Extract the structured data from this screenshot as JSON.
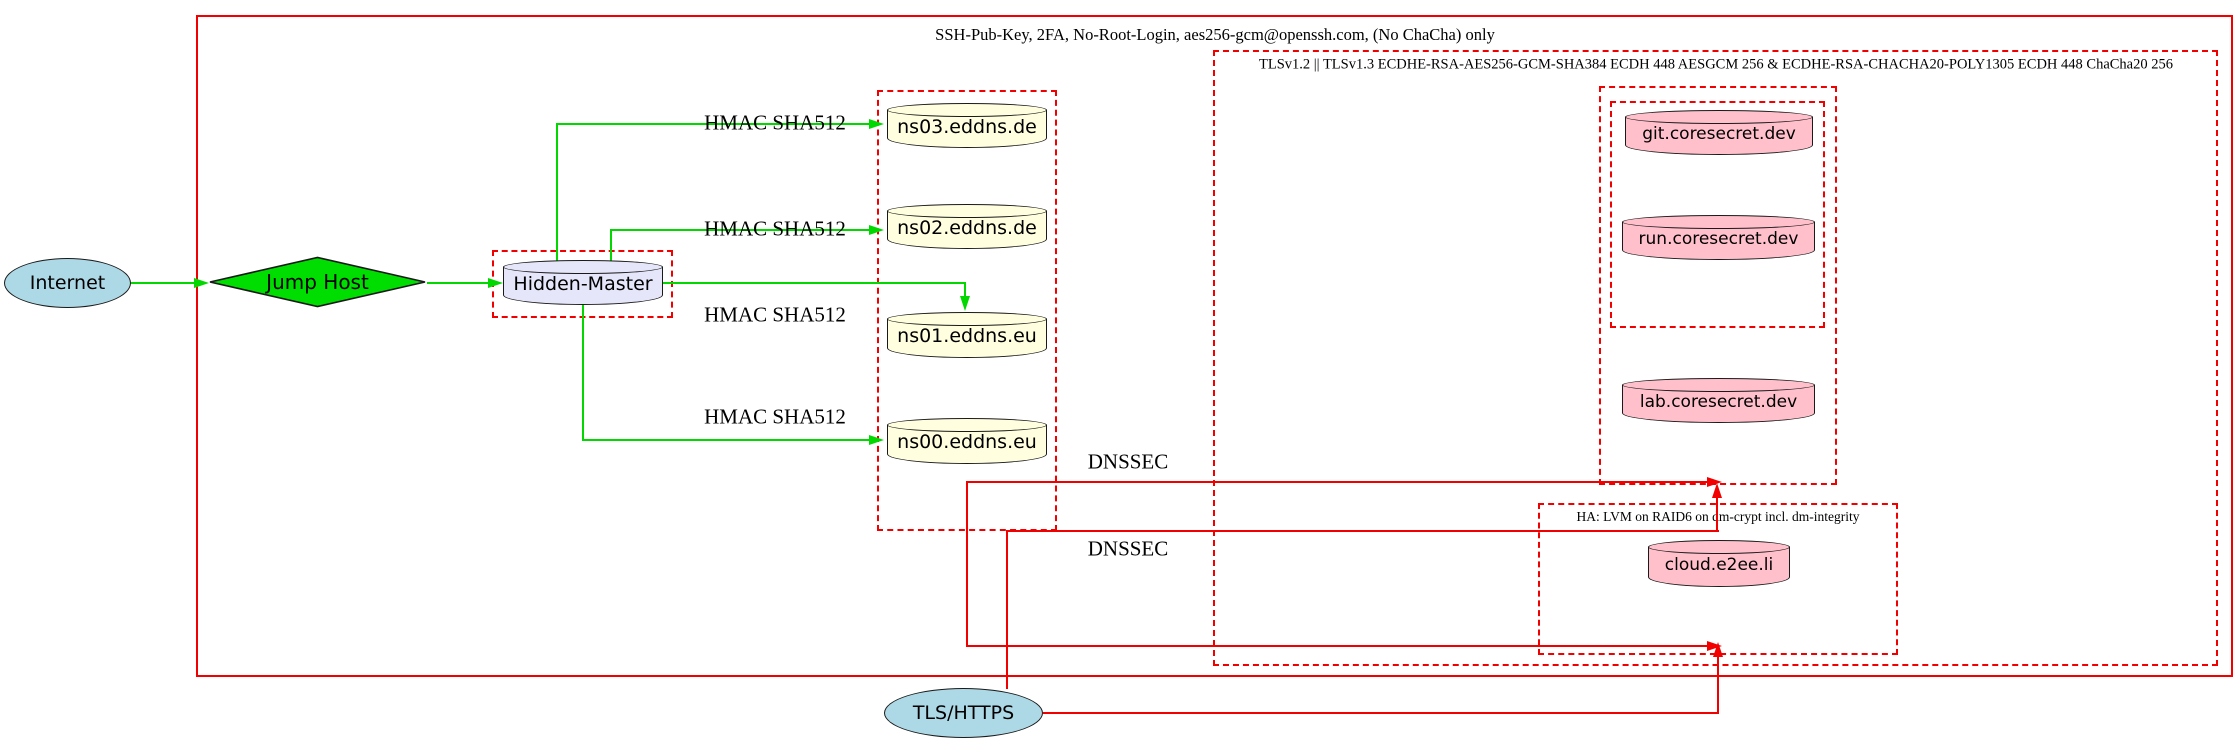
{
  "clusters": {
    "ssh_label": "SSH-Pub-Key, 2FA, No-Root-Login, aes256-gcm@openssh.com, (No ChaCha) only",
    "tls_label": "TLSv1.2 || TLSv1.3 ECDHE-RSA-AES256-GCM-SHA384 ECDH 448 AESGCM 256 & ECDHE-RSA-CHACHA20-POLY1305 ECDH 448 ChaCha20 256",
    "ha_label": "HA: LVM on RAID6 on dm-crypt incl. dm-integrity"
  },
  "nodes": {
    "internet": "Internet",
    "jump_host": "Jump Host",
    "hidden_master": "Hidden-Master",
    "ns03": "ns03.eddns.de",
    "ns02": "ns02.eddns.de",
    "ns01": "ns01.eddns.eu",
    "ns00": "ns00.eddns.eu",
    "git": "git.coresecret.dev",
    "run": "run.coresecret.dev",
    "lab": "lab.coresecret.dev",
    "cloud": "cloud.e2ee.li",
    "tls_https": "TLS/HTTPS"
  },
  "edge_labels": {
    "hmac": "HMAC SHA512",
    "dnssec": "DNSSEC"
  },
  "colors": {
    "cluster_red": "#f20000",
    "edge_green": "#00d800",
    "edge_red": "#f20000",
    "node_border": "#1a1a1a",
    "lightblue": "#add8e6",
    "lightyellow": "#ffffe0",
    "pink": "#ffc0cb",
    "lavender": "#e6e6fa",
    "diamond_green": "#00dd00"
  }
}
